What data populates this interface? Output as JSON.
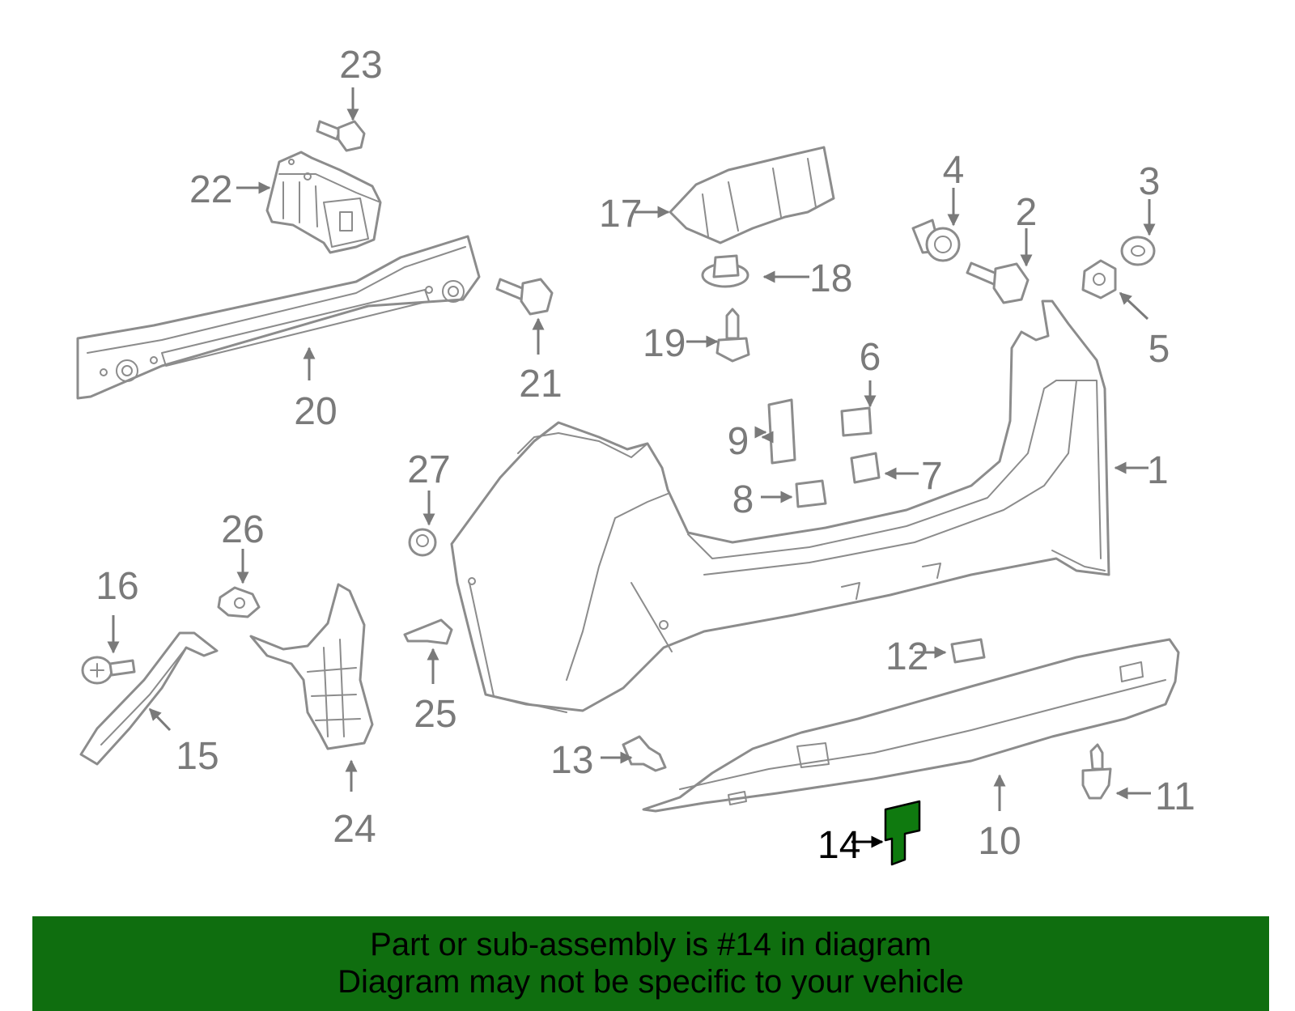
{
  "labels": {
    "p1": "1",
    "p2": "2",
    "p3": "3",
    "p4": "4",
    "p5": "5",
    "p6": "6",
    "p7": "7",
    "p8": "8",
    "p9": "9",
    "p10": "10",
    "p11": "11",
    "p12": "12",
    "p13": "13",
    "p14": "14",
    "p15": "15",
    "p16": "16",
    "p17": "17",
    "p18": "18",
    "p19": "19",
    "p20": "20",
    "p21": "21",
    "p22": "22",
    "p23": "23",
    "p24": "24",
    "p25": "25",
    "p26": "26",
    "p27": "27"
  },
  "highlight": {
    "part": "14",
    "color": "#0f7a0f"
  },
  "banner": {
    "line1": "Part or sub-assembly is #14 in diagram",
    "line2": "Diagram may not be specific to your vehicle",
    "background": "#0f6e0f"
  },
  "colors": {
    "line": "#8c8c8c",
    "label": "#7a7a7a"
  }
}
